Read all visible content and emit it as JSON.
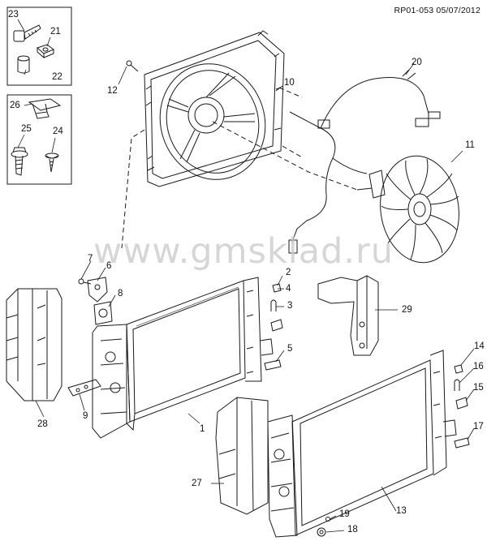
{
  "header": {
    "ref_code": "RP01-053 05/07/2012"
  },
  "watermark": {
    "text": "www.gmsklad.ru"
  },
  "callouts": {
    "c1": "1",
    "c2": "2",
    "c3": "3",
    "c4": "4",
    "c5": "5",
    "c6": "6",
    "c7": "7",
    "c8": "8",
    "c9": "9",
    "c10": "10",
    "c11": "11",
    "c12": "12",
    "c13": "13",
    "c14": "14",
    "c15": "15",
    "c16": "16",
    "c17": "17",
    "c18": "18",
    "c19": "19",
    "c20": "20",
    "c21": "21",
    "c22": "22",
    "c23": "23",
    "c24": "24",
    "c25": "25",
    "c26": "26",
    "c27": "27",
    "c28": "28",
    "c29": "29"
  },
  "colors": {
    "line": "#1a1a1a",
    "watermark": "#c9c9c9",
    "background": "#ffffff"
  }
}
